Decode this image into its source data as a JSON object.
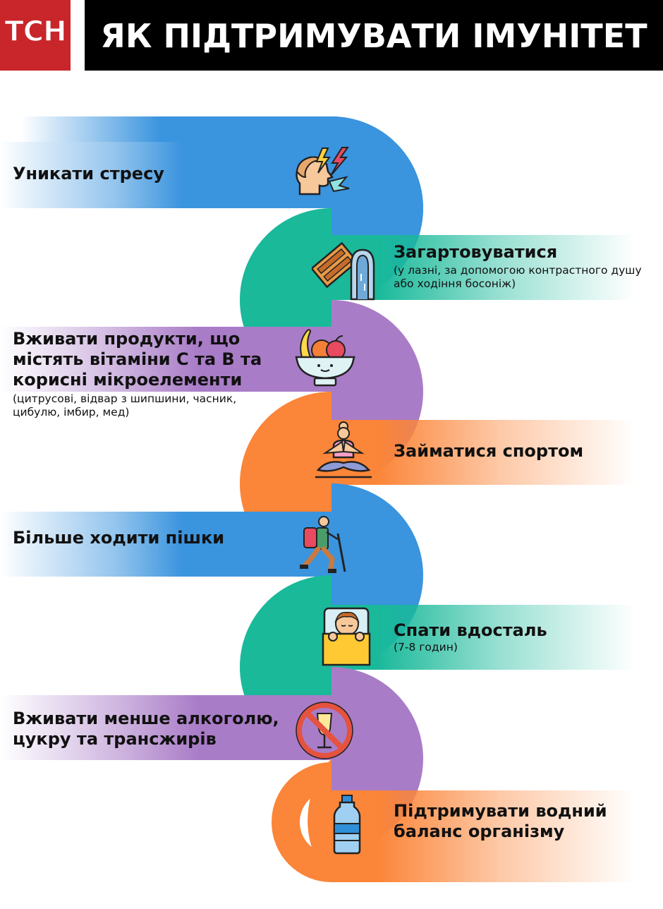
{
  "header": {
    "logo_text": "ТСН",
    "title": "ЯК ПІДТРИМУВАТИ ІМУНІТЕТ"
  },
  "colors": {
    "logo_red": "#c8262a",
    "blue": "#3a94de",
    "teal": "#19b99a",
    "purple": "#a97cc7",
    "orange": "#fb8538"
  },
  "items": [
    {
      "label": "Уникати стресу",
      "note": "",
      "icon": "stress-head-icon",
      "color": "blue"
    },
    {
      "label": "Загартовуватися",
      "note": "(у лазні, за допомогою контрастного душу або ходіння босоніж)",
      "icon": "sauna-shower-icon",
      "color": "teal"
    },
    {
      "label": "Вживати продукти, що містять вітаміни С та В та корисні мікроелементи",
      "note": "(цитрусові, відвар з шипшини, часник, цибулю, імбир, мед)",
      "icon": "fruit-bowl-icon",
      "color": "purple"
    },
    {
      "label": "Займатися спортом",
      "note": "",
      "icon": "yoga-icon",
      "color": "orange"
    },
    {
      "label": "Більше ходити пішки",
      "note": "",
      "icon": "hiker-icon",
      "color": "blue"
    },
    {
      "label": "Спати вдосталь",
      "note": "(7-8 годин)",
      "icon": "sleeping-person-icon",
      "color": "teal"
    },
    {
      "label": "Вживати менше алкоголю, цукру та трансжирів",
      "note": "",
      "icon": "no-alcohol-icon",
      "color": "purple"
    },
    {
      "label": "Підтримувати водний баланс організму",
      "note": "",
      "icon": "water-bottle-icon",
      "color": "orange"
    }
  ]
}
